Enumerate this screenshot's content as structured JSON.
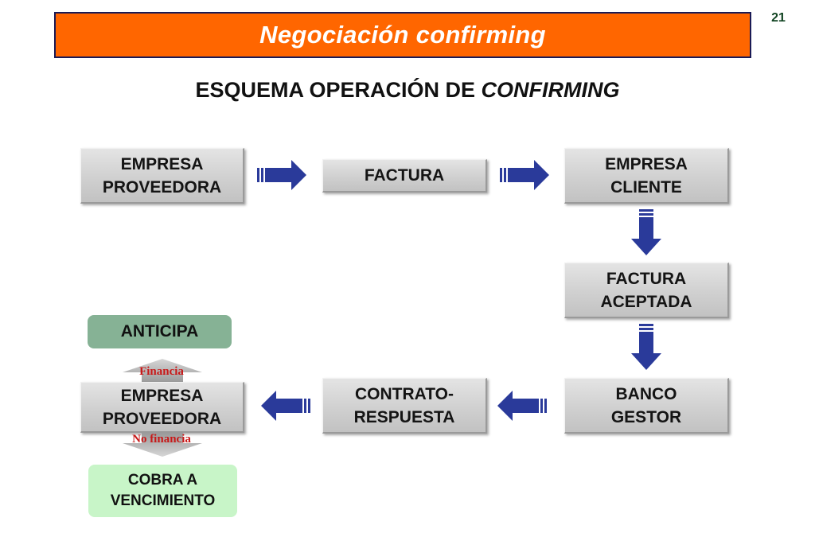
{
  "slide": {
    "page_number": "21",
    "title": "Negociación confirming",
    "subtitle_plain": "ESQUEMA OPERACIÓN DE ",
    "subtitle_italic": "CONFIRMING"
  },
  "colors": {
    "title_bar": "#ff6600",
    "arrows": "#2a3a9a",
    "anticipa": "#86b295",
    "cobra": "#c8f5c8",
    "financia_text": "#c81818"
  },
  "flow": {
    "proveedora": {
      "line1": "EMPRESA",
      "line2": "PROVEEDORA"
    },
    "factura": {
      "line1": "FACTURA"
    },
    "cliente": {
      "line1": "EMPRESA",
      "line2": "CLIENTE"
    },
    "factura_aceptada": {
      "line1": "FACTURA",
      "line2": "ACEPTADA"
    },
    "banco": {
      "line1": "BANCO",
      "line2": "GESTOR"
    },
    "contrato": {
      "line1": "CONTRATO-",
      "line2": "RESPUESTA"
    },
    "proveedora_final": {
      "line1": "EMPRESA",
      "line2": "PROVEEDORA"
    }
  },
  "outcomes": {
    "anticipa": "ANTICIPA",
    "financia": "Financia",
    "no_financia": "No financia",
    "cobra": {
      "line1": "COBRA A",
      "line2": "VENCIMIENTO"
    }
  }
}
